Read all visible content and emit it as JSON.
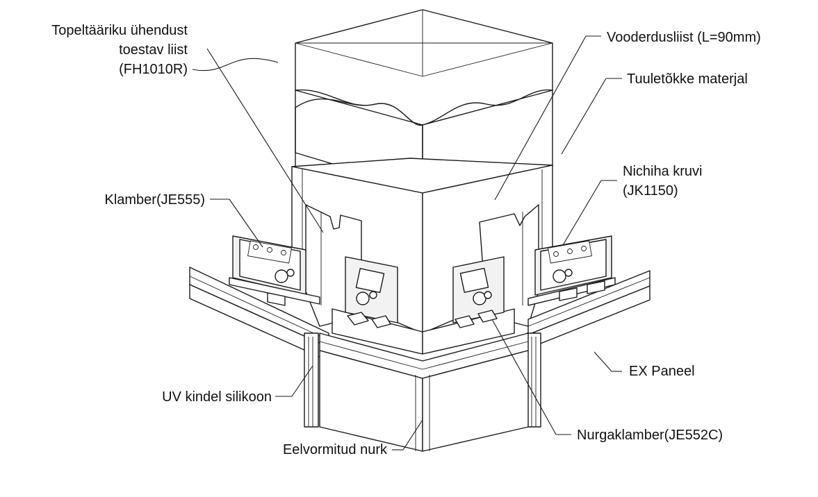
{
  "labels": {
    "double_edge_strip": [
      "Topeltääriku ühendust",
      "toestav liist",
      "(FH1010R)"
    ],
    "lining_strip": "Vooderdusliist (L=90mm)",
    "windproof_material": "Tuuletõkke materjal",
    "clamp": "Klamber(JE555)",
    "screw": [
      "Nichiha kruvi",
      "(JK1150)"
    ],
    "ex_panel": "EX Paneel",
    "uv_silicone": "UV kindel silikoon",
    "corner_clamp": "Nurgaklamber(JE552C)",
    "preformed_corner": "Eelvormitud nurk"
  }
}
